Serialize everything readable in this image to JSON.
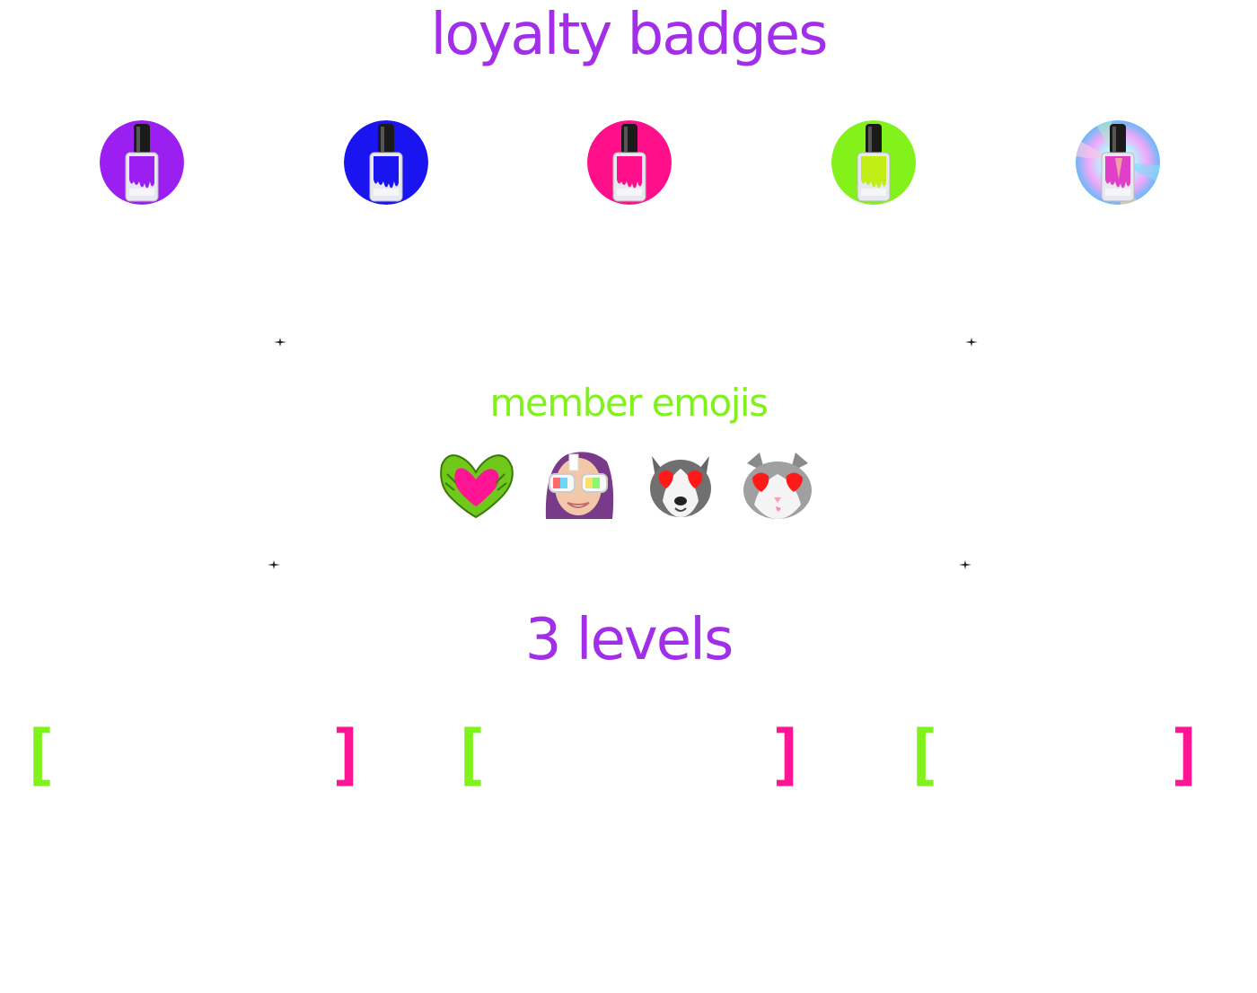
{
  "badges_section": {
    "title": "loyalty badges",
    "badges": [
      {
        "name": "purple-polish",
        "bg": "#9b1ff0",
        "polish": "#9b1ff0"
      },
      {
        "name": "blue-polish",
        "bg": "#1a14f0",
        "polish": "#1a14f0"
      },
      {
        "name": "pink-polish",
        "bg": "#ff0f8a",
        "polish": "#ff0f8a"
      },
      {
        "name": "green-polish",
        "bg": "#82f21a",
        "polish": "#b8f01a"
      },
      {
        "name": "holographic-polish",
        "bg": "holo",
        "polish": "#e040c8"
      }
    ]
  },
  "emojis_section": {
    "title": "member emojis",
    "emojis": [
      {
        "name": "heart-hands-emoji",
        "icon": "heart-hands-icon"
      },
      {
        "name": "girl-glasses-emoji",
        "icon": "girl-glasses-icon"
      },
      {
        "name": "husky-heart-eyes-emoji",
        "icon": "husky-heart-eyes-icon"
      },
      {
        "name": "cat-heart-eyes-emoji",
        "icon": "cat-heart-eyes-icon"
      }
    ]
  },
  "levels_section": {
    "title": "3 levels",
    "bracket_open": "[",
    "bracket_close": "]"
  },
  "colors": {
    "purple": "#a12ee8",
    "green": "#7ff21c",
    "pink": "#ff1493"
  }
}
